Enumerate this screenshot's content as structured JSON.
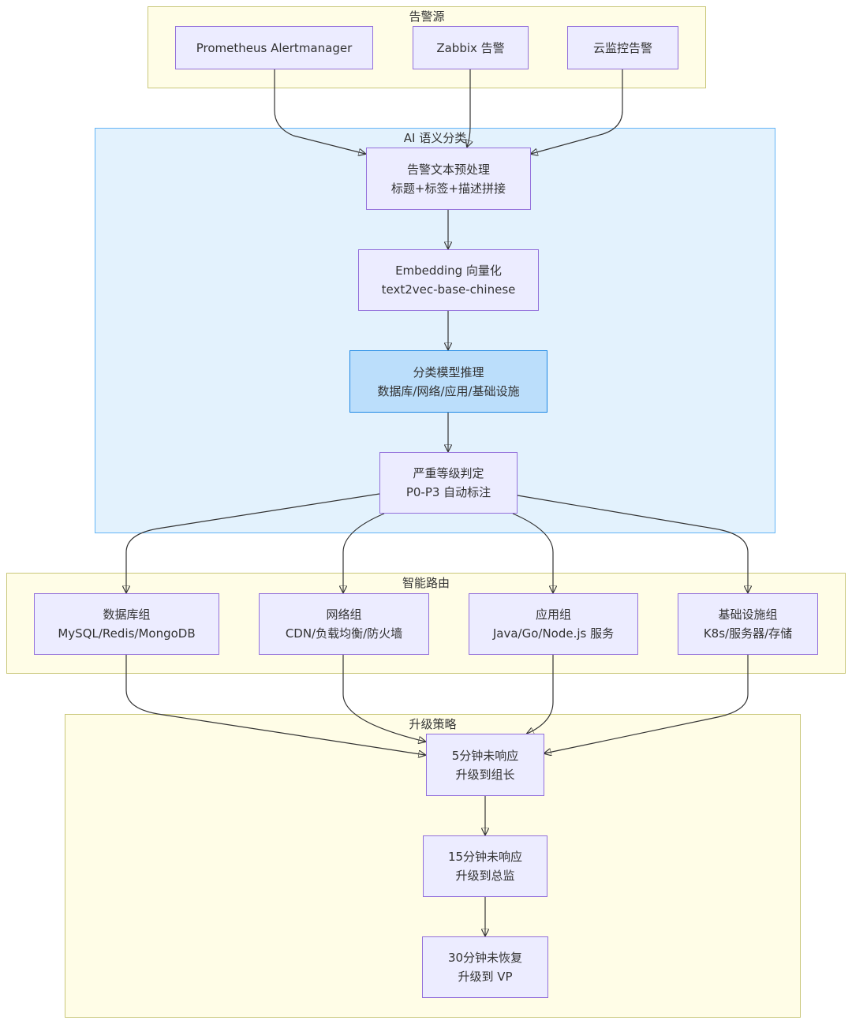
{
  "groups": {
    "sources": {
      "title": "告警源"
    },
    "ai": {
      "title": "AI 语义分类"
    },
    "routing": {
      "title": "智能路由"
    },
    "escalation": {
      "title": "升级策略"
    }
  },
  "nodes": {
    "prometheus": {
      "line1": "Prometheus Alertmanager"
    },
    "zabbix": {
      "line1": "Zabbix 告警"
    },
    "cloud": {
      "line1": "云监控告警"
    },
    "preprocess": {
      "line1": "告警文本预处理",
      "line2": "标题+标签+描述拼接"
    },
    "embedding": {
      "line1": "Embedding 向量化",
      "line2": "text2vec-base-chinese"
    },
    "classify": {
      "line1": "分类模型推理",
      "line2": "数据库/网络/应用/基础设施"
    },
    "severity": {
      "line1": "严重等级判定",
      "line2": "P0-P3 自动标注"
    },
    "db_group": {
      "line1": "数据库组",
      "line2": "MySQL/Redis/MongoDB"
    },
    "net_group": {
      "line1": "网络组",
      "line2": "CDN/负载均衡/防火墙"
    },
    "app_group": {
      "line1": "应用组",
      "line2": "Java/Go/Node.js 服务"
    },
    "infra_group": {
      "line1": "基础设施组",
      "line2": "K8s/服务器/存储"
    },
    "esc5": {
      "line1": "5分钟未响应",
      "line2": "升级到组长"
    },
    "esc15": {
      "line1": "15分钟未响应",
      "line2": "升级到总监"
    },
    "esc30": {
      "line1": "30分钟未恢复",
      "line2": "升级到 VP"
    }
  },
  "colors": {
    "group_yellow": "#fffde7",
    "group_blue": "#e3f2fd",
    "node_fill": "#ececff",
    "node_border": "#9370db",
    "node_highlight": "#bbdefb"
  }
}
